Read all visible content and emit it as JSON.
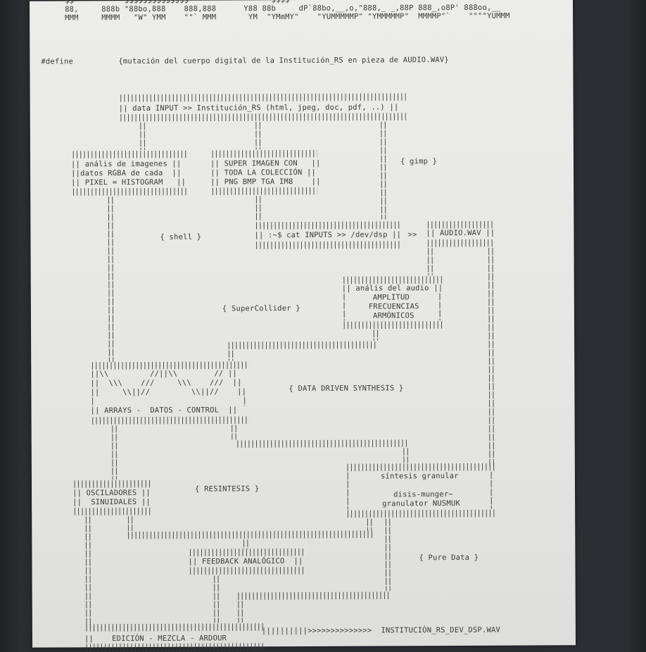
{
  "banner": {
    "line0": "$$           $$$$$$$$$$$$$$                  $$$$",
    "line1": "88,     888b \"88bo,888    888,888      Y88 88b     dP`88bo,__,o,\"888,_ _,88P 888_,o8P' 888oo,__",
    "line2": "MMM     MMMM   \"W\" YMM    \"\"` MMM       YM  \"YMmMY\"    \"YUMMMMMP\" \"YMMMMMP\"  MMMMP\"`    \"\"\"\"YUMMM"
  },
  "define": {
    "keyword": "#define",
    "text": "{mutación del cuerpo digital de la Institución_RS en pieza de AUDIO.WAV}"
  },
  "boxes": {
    "input": "|| data INPUT >> Institución_RS (html, jpeg, doc, pdf, ..) ||",
    "analysis1": "|| anális de imagenes ||",
    "analysis2": "||datos RGBA de cada  ||",
    "analysis3": "|| PIXEL = HISTOGRAM   ||",
    "super1": "|| SUPER IMAGEN CON   ||",
    "super2": "|| TODA LA COLECCIÓN ||",
    "super3": "|| PNG BMP TGA IM8    ||",
    "cat": "|| :~$ cat INPUTS >> /dev/dsp ||",
    "arrow1": ">>",
    "audiowav": "|| AUDIO.WAV ||",
    "audio1": "|| anális del audio ||",
    "audio2": "AMPLITUD",
    "audio3": "FRECUENCIAS",
    "audio4": "ARMÓNICOS",
    "arr1": "||\\\\         //||\\\\        // ||",
    "arr2": "||  \\\\\\    ///     \\\\\\    ///  ||",
    "arr3": "||     \\\\||//         \\\\||//    ||",
    "arr4": "|| ARRAYS -  DATOS - CONTROL  ||",
    "gran1": "síntesis granular",
    "gran2": "disis-munger~",
    "gran3": "granulator NUSMUK",
    "osc1": "|| OSCILADORES ||",
    "osc2": "||  SINUIDALES ||",
    "feed": "|| FEEDBACK ANALÓGICO  ||",
    "edit": "||    EDICIÓN - MEZCLA - ARDOUR",
    "output": "||||||||||>>>>>>>>>>>>>>  INSTITUCIÓN_RS_DEV_DSP.WAV"
  },
  "labels": {
    "gimp": "{ gimp }",
    "shell": "{ shell }",
    "supercollider": "{ SuperCollider }",
    "dds": "{ DATA DRIVEN SYNTHESIS }",
    "resintesis": "{ RESINTESIS }",
    "puredata": "{ Pure Data }"
  }
}
